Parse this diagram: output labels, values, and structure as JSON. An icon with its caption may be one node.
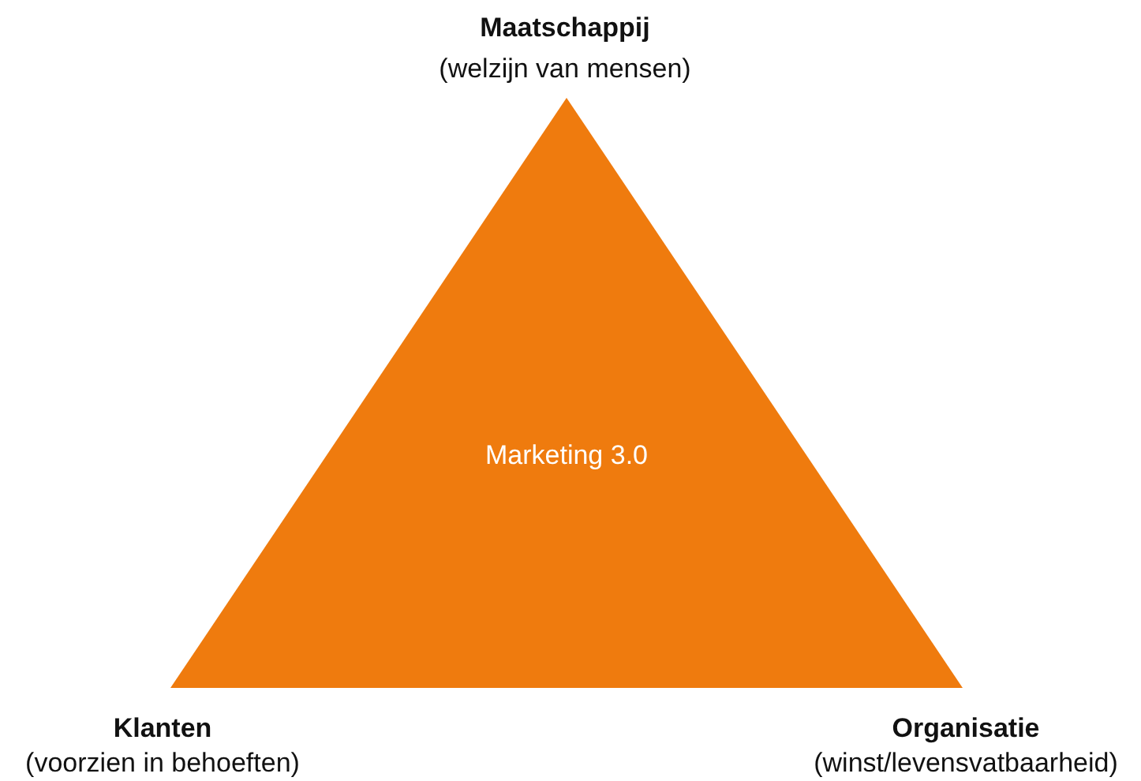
{
  "diagram": {
    "nodes": [
      {
        "text": [
          "Marketing 3.0"
        ]
      }
    ],
    "labels": [
      "Maatschappij",
      "(welzijn van mensen)",
      "Klanten",
      "(voorzien in behoeften)",
      "Organisatie",
      "(winst/levensvatbaarheid)"
    ]
  }
}
